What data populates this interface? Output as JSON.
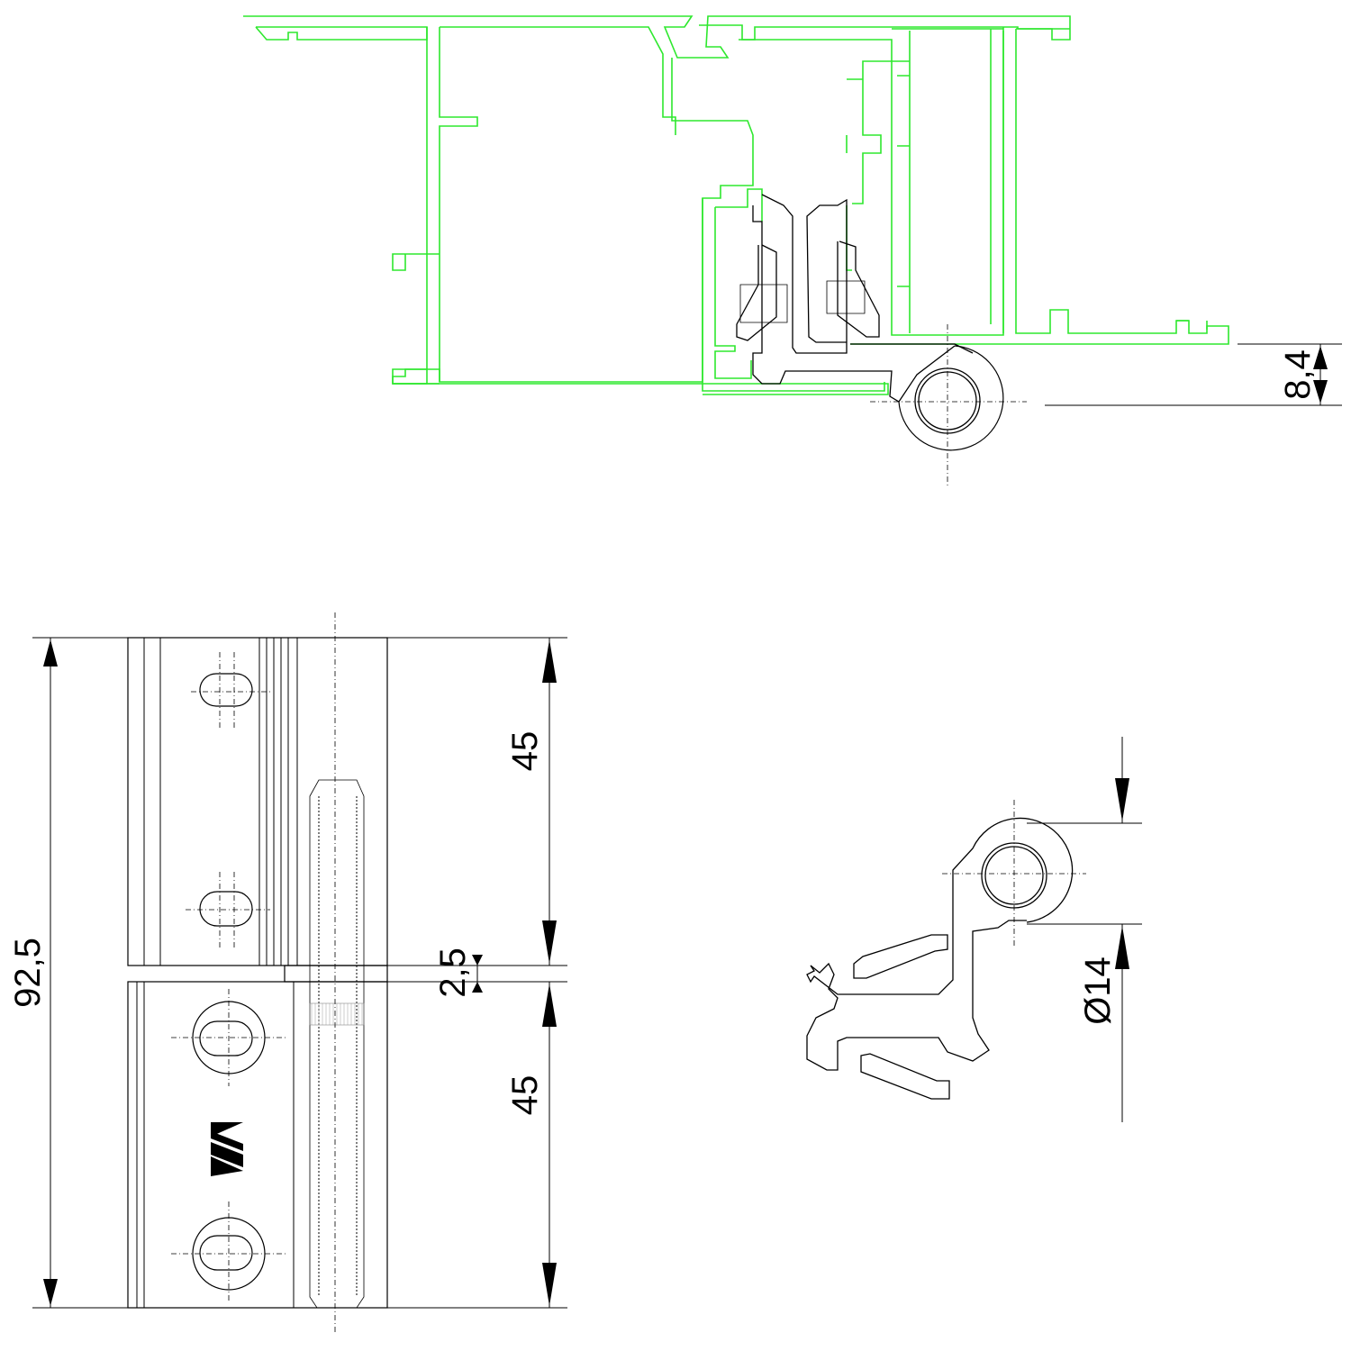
{
  "drawing": {
    "views": [
      "profile-section",
      "hinge-front-view",
      "hinge-cross-section"
    ],
    "colors": {
      "profile": "#2ee82e",
      "hardware": "#000000",
      "background": "#ffffff"
    },
    "dimensions": {
      "offset": "8,4",
      "total_height": "92,5",
      "upper_leaf": "45",
      "gap": "2,5",
      "lower_leaf": "45",
      "pin_diameter": "Ø14"
    },
    "logo": "AV"
  }
}
